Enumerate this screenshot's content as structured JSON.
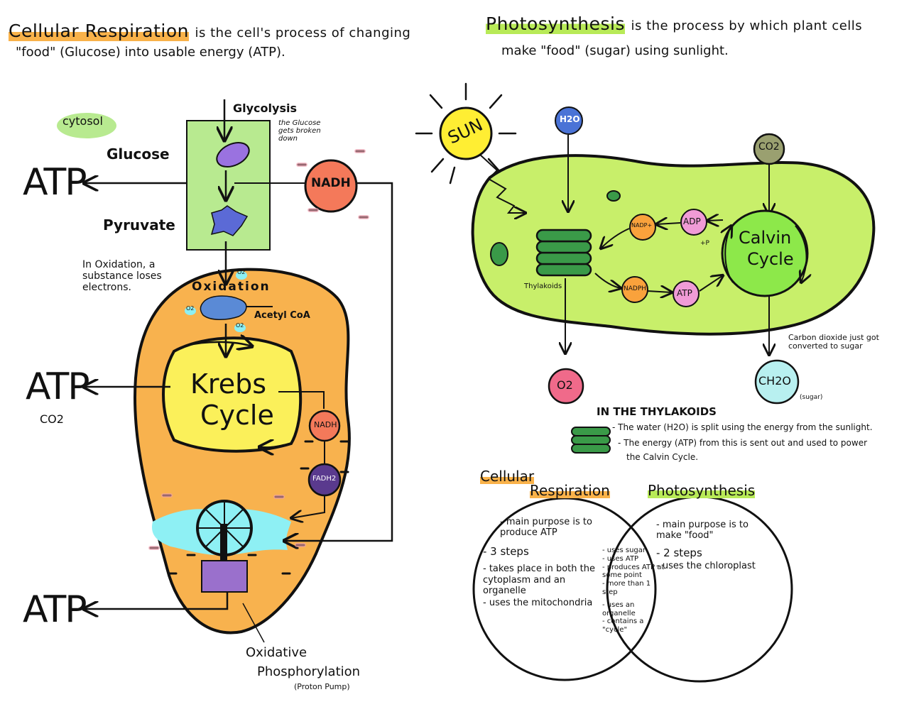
{
  "left": {
    "title_key": "Cellular Respiration",
    "title_rest": "is the cell's process of changing",
    "title_line2": "\"food\" (Glucose) into usable energy (ATP).",
    "cytosol": "cytosol",
    "glycolysis": "Glycolysis",
    "glucose_note": "the Glucose gets broken down",
    "glucose": "Glucose",
    "pyruvate": "Pyruvate",
    "nadh_big": "NADH",
    "atp_1": "ATP",
    "atp_2": "ATP",
    "co2": "CO2",
    "atp_3": "ATP",
    "oxidation_note": "In Oxidation, a substance loses electrons.",
    "oxidation": "Oxidation",
    "o2": "O2",
    "acetyl_coa": "Acetyl CoA",
    "krebs_1": "Krebs",
    "krebs_2": "Cycle",
    "nadh_small": "NADH",
    "fadh2": "FADH2",
    "oxphos_1": "Oxidative",
    "oxphos_2": "Phosphorylation",
    "oxphos_3": "(Proton Pump)"
  },
  "right": {
    "title_key": "Photosynthesis",
    "title_rest": "is the process by which plant cells",
    "title_line2": "make \"food\" (sugar) using sunlight.",
    "sun": "SUN",
    "h2o": "H2O",
    "co2": "CO2",
    "nadp": "NADP+",
    "adp": "ADP",
    "pi": "+P",
    "calvin_1": "Calvin",
    "calvin_2": "Cycle",
    "nadph": "NADPH",
    "atp": "ATP",
    "thylakoids": "Thylakoids",
    "carbon_note": "Carbon dioxide just got converted to sugar",
    "o2": "O2",
    "ch2o": "CH2O",
    "sugar": "(sugar)",
    "thylakoid_heading": "IN THE THYLAKOIDS",
    "thylakoid_line1": "- The water (H2O) is split using the energy from the sunlight.",
    "thylakoid_line2": "- The energy (ATP) from this is sent out and used to power",
    "thylakoid_line3": "the Calvin Cycle."
  },
  "venn": {
    "label_left_1": "Cellular",
    "label_left_2": "Respiration",
    "label_right": "Photosynthesis",
    "left_items": [
      "- main purpose is to produce ATP",
      "- 3 steps",
      "- takes place in both the cytoplasm and an organelle",
      "- uses the mitochondria"
    ],
    "both_items": [
      "- uses sugar",
      "- uses ATP",
      "- produces ATP at some point",
      "- more than 1 step",
      "- uses an organelle",
      "- contains a \"cycle\""
    ],
    "right_items": [
      "- main purpose is to make \"food\"",
      "- 2 steps",
      "- uses the chloroplast"
    ]
  },
  "colors": {
    "mito_orange": "#f8b24e",
    "cytosol_green": "#b8ea90",
    "krebs_yellow": "#fbf05a",
    "nadh_red": "#f4795a",
    "fadh_purple": "#5a3a8e",
    "glucose_purple": "#9a72e0",
    "pyruvate_blue": "#5b6ad6",
    "acetyl_blue": "#5a8ad6",
    "pump_cyan": "#8ef0f4",
    "pump_purple": "#9a70cc",
    "chloro_green": "#c8ef6a",
    "calvin_green": "#8de84a",
    "sun_yellow": "#ffee33",
    "h2o_blue": "#4a73d6",
    "co2_olive": "#9aa070",
    "nadp_orange": "#f9a23c",
    "adp_pink": "#f09bd6",
    "thylakoid_green": "#3a9a48",
    "o2_pink": "#f06a8a",
    "ch2o_cyan": "#b8f0f0"
  }
}
